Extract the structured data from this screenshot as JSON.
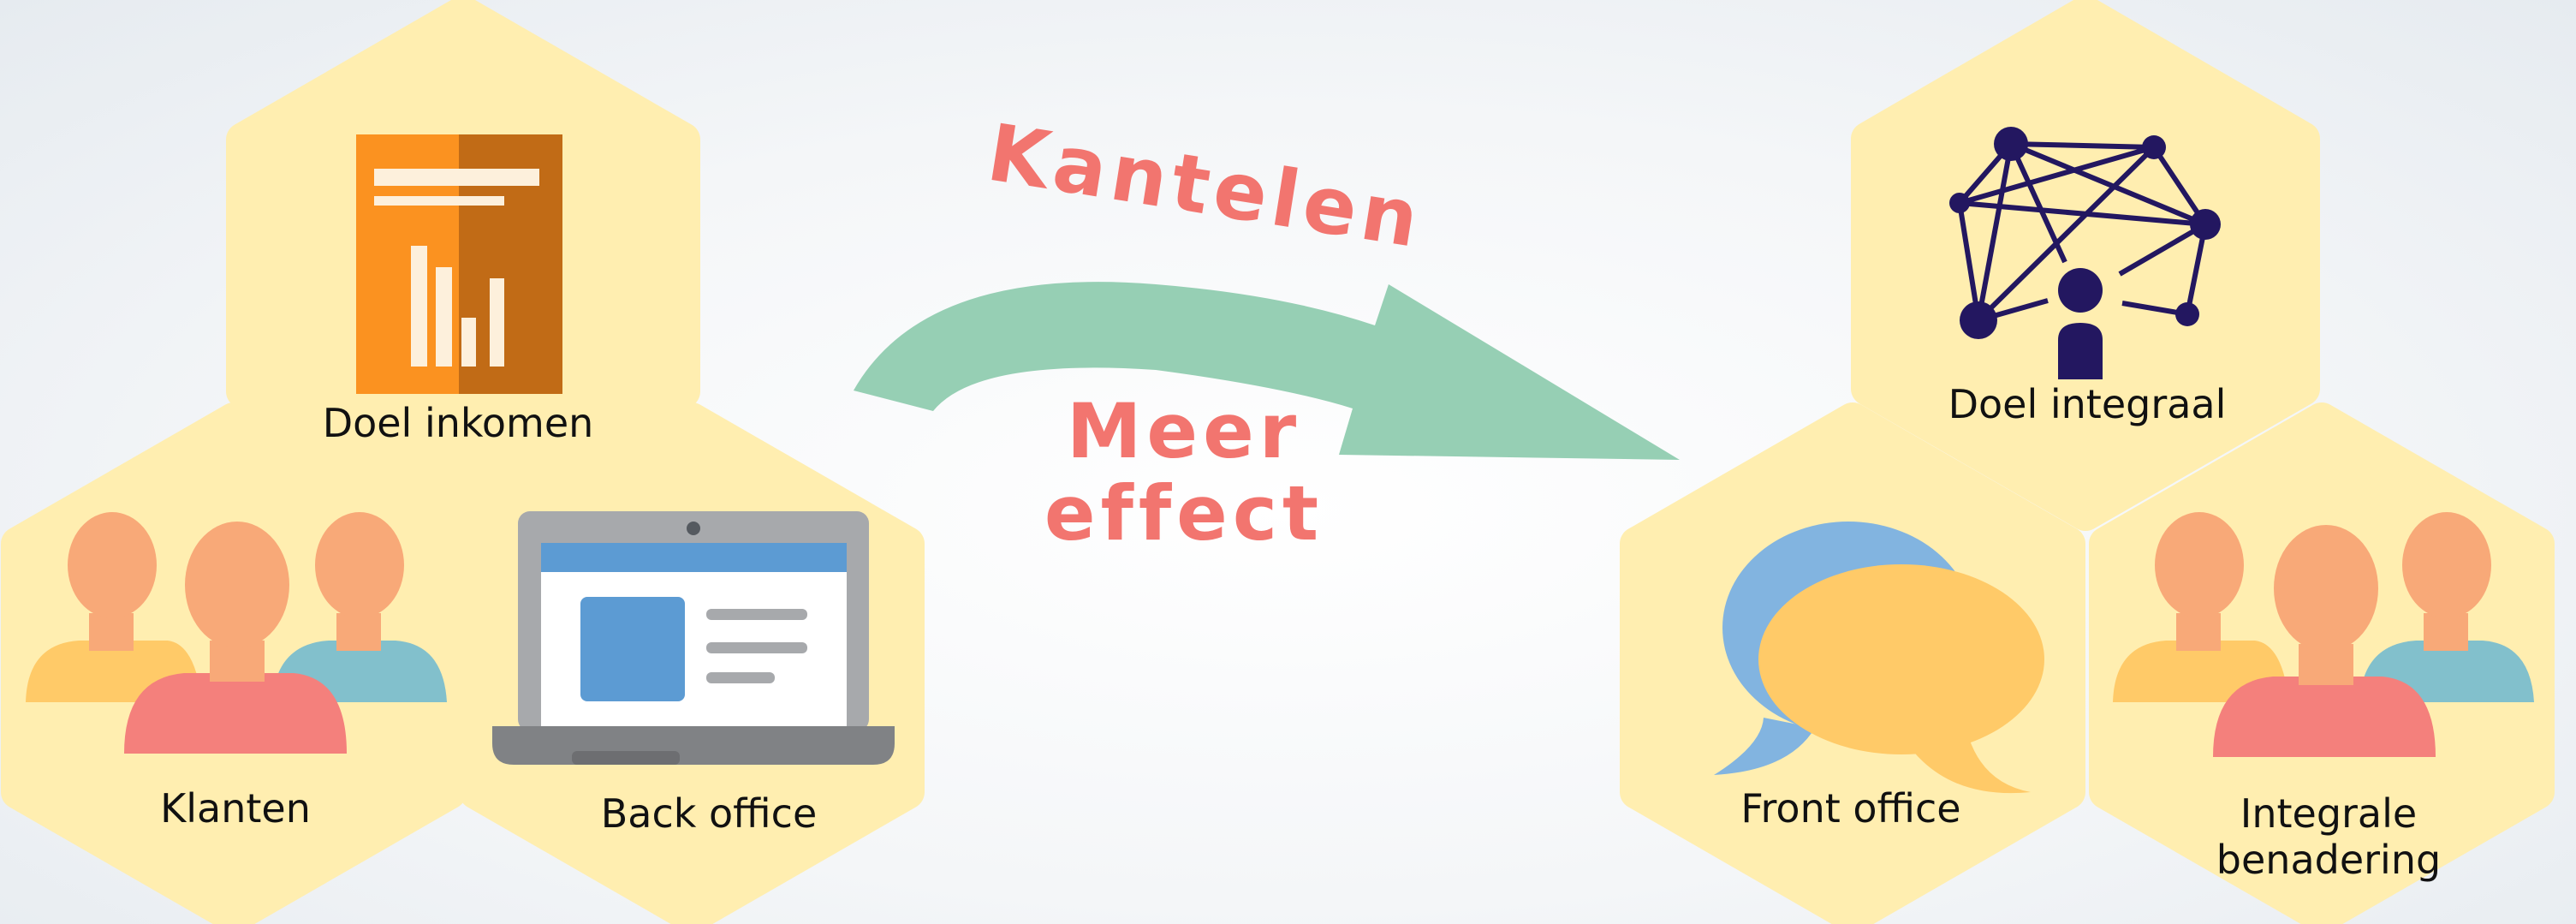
{
  "left_group": {
    "goal_label": "Doel inkomen",
    "clients_label": "Klanten",
    "back_office_label": "Back office"
  },
  "arrow": {
    "top_text": "Kantelen",
    "bottom_line1": "Meer",
    "bottom_line2": "effect"
  },
  "right_group": {
    "goal_label": "Doel integraal",
    "front_office_label": "Front office",
    "approach_line1": "Integrale",
    "approach_line2": "benadering"
  },
  "colors": {
    "hexagon": "#ffeeb0",
    "arrow": "#96cfb4",
    "accent_text": "#f2756f",
    "network": "#231760"
  }
}
